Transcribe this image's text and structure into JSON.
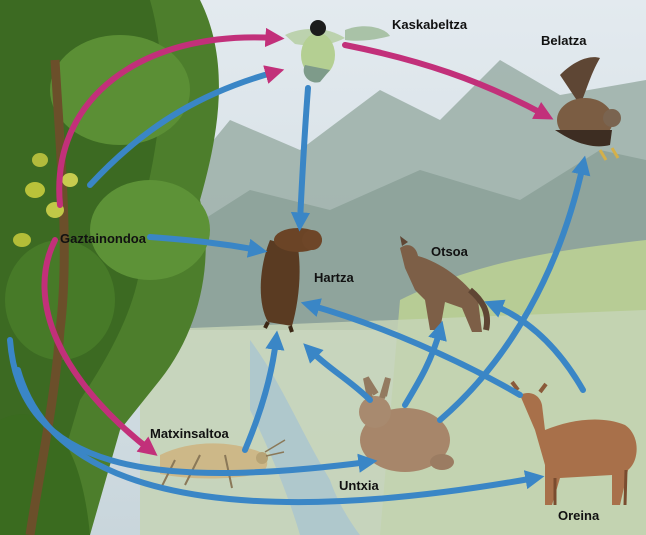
{
  "labels": {
    "chestnut": "Gaztainondoa",
    "titmouse": "Kaskabeltza",
    "hawk": "Belatza",
    "bear": "Hartza",
    "wolf": "Otsoa",
    "grasshopper": "Matxinsaltoa",
    "rabbit": "Untxia",
    "deer": "Oreina"
  },
  "colors": {
    "blue_arrow": "#3a86c6",
    "magenta_arrow": "#c2307a",
    "sky": "#cfdbe3",
    "mountain": "#97a9a2",
    "meadow": "#b9cf95",
    "tree": "#4d7e2c"
  },
  "icons": {
    "tree": "chestnut-tree-icon",
    "bird": "titmouse-icon",
    "hawk": "hawk-icon",
    "bear": "bear-icon",
    "wolf": "wolf-icon",
    "insect": "grasshopper-icon",
    "rabbit": "rabbit-icon",
    "deer": "deer-icon"
  }
}
